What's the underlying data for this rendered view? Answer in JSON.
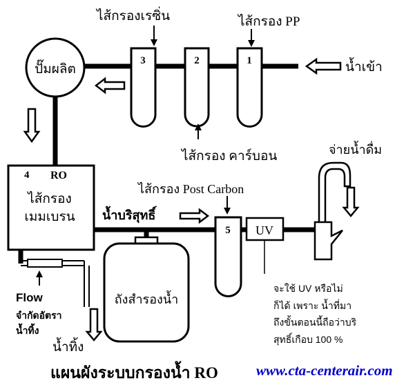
{
  "labels": {
    "resin_filter": "ไส้กรองเรซิ่น",
    "pp_filter": "ไส้กรอง PP",
    "carbon_filter": "ไส้กรอง คาร์บอน",
    "water_in": "น้ำเข้า",
    "pump": "ปั๊มผลิต",
    "ro_number": "4",
    "ro_title": "RO",
    "membrane_line1": "ไส้กรอง",
    "membrane_line2": "เมมเบรน",
    "pure_water": "น้ำบริสุทธิ์",
    "post_carbon": "ไส้กรอง Post Carbon",
    "dispense": "จ่ายน้ำดื่ม",
    "uv": "UV",
    "tank": "ถังสำรองน้ำ",
    "flow": "Flow",
    "flow_line2": "จำกัดอัตรา",
    "flow_line3": "น้ำทิ้ง",
    "waste": "น้ำทิ้ง",
    "uv_note_1": "จะใช้ UV หรือไม่",
    "uv_note_2": "ก็ได้ เพราะ น้ำที่มา",
    "uv_note_3": "ถึงขั้นตอนนี้ถือว่าบริ",
    "uv_note_4": "สุทธิ์เกือบ 100 %",
    "title": "แผนผังระบบกรองน้ำ RO",
    "website": "www.cta-centerair.com"
  },
  "filters": [
    {
      "number": "3"
    },
    {
      "number": "2"
    },
    {
      "number": "1"
    },
    {
      "number": "5"
    }
  ]
}
